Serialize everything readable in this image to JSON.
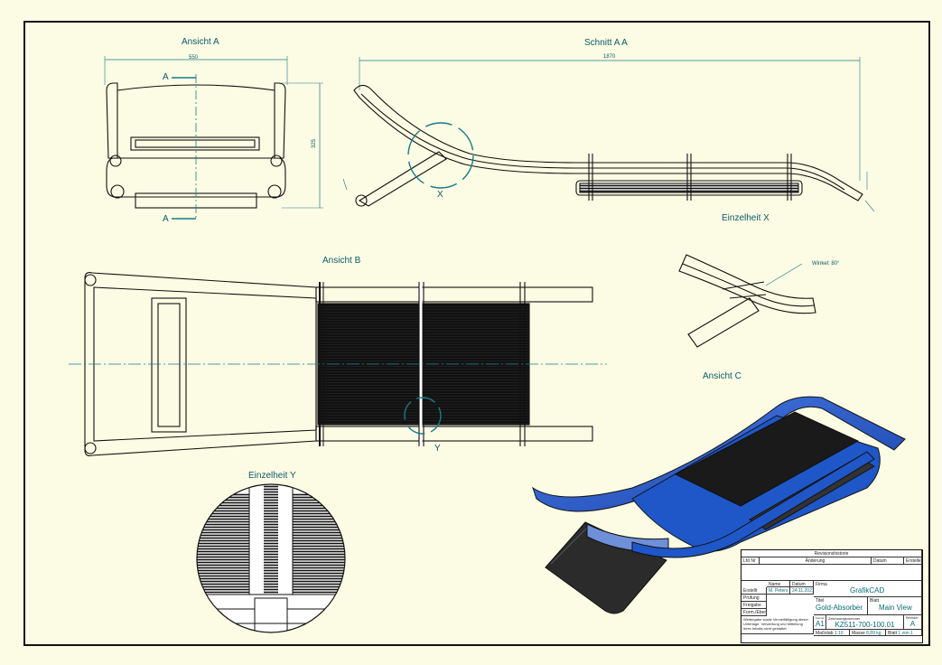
{
  "views": {
    "ansicht_a": "Ansicht A",
    "schnitt_aa": "Schnitt A A",
    "ansicht_b": "Ansicht B",
    "einzelheit_x": "Einzelheit X",
    "ansicht_c": "Ansicht C",
    "einzelheit_y": "Einzelheit Y"
  },
  "markers": {
    "section_top": "A",
    "section_bottom": "A",
    "detail_x": "X",
    "detail_y": "Y"
  },
  "dimensions": {
    "width_a": "550",
    "height_a": "325",
    "length_aa": "1870",
    "callout": "Winkel: 80°"
  },
  "title_block": {
    "revision_header": "Revisionshistorie",
    "rev_cols": [
      "Lfd Nr",
      "Änderung",
      "Datum",
      "Ersteller"
    ],
    "rows_labels": [
      "Erstellt",
      "Prüfung",
      "Freigabe",
      "Form./Eberh."
    ],
    "col_heads": [
      "Name",
      "Datum"
    ],
    "ersteller_name": "M. Peters",
    "ersteller_date": "24.11.2021",
    "firma_label": "Firma",
    "firma": "GrafikCAD",
    "titel_label": "Titel",
    "titel": "Gold-Absorber",
    "blatt_label": "Blatt",
    "blatt": "Main View",
    "format_label": "Format",
    "format": "A1",
    "zeichnungsnr_label": "Zeichnungsnummer",
    "zeichnungsnr": "KZ511-700-100.01",
    "revision_label": "Revision",
    "revision": "A",
    "note": "Weitergabe sowie Vervielfältigung dieser Unterlage, Verwertung und Mitteilung ihres Inhalts nicht gestattet",
    "massstab_label": "Maßstab",
    "massstab": "1:10",
    "masse_label": "Masse",
    "masse": "8,89 kg",
    "blatt_nr_label": "Blatt",
    "blatt_nr": "1 von 1"
  },
  "colors": {
    "background": "#fcfce4",
    "line": "#111111",
    "annotation": "#0a5a6a",
    "centerline": "#1a7a8a",
    "model_blue": "#1f57c8",
    "model_dark": "#2b2b2b"
  }
}
